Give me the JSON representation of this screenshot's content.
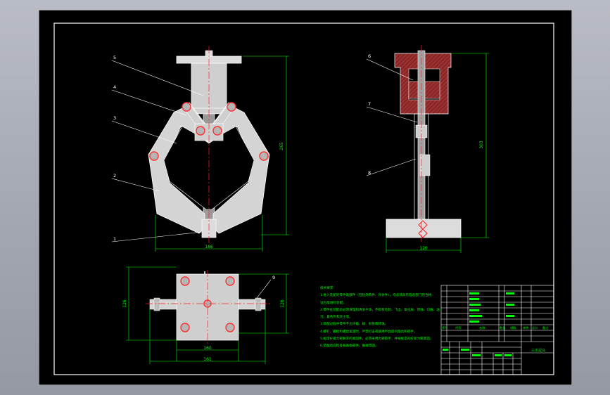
{
  "drawing": {
    "dimensions": {
      "front_height": "265",
      "front_width": "166",
      "side_height": "303",
      "side_width": "120",
      "plan_height_left": "126",
      "plan_height_right": "126",
      "plan_width_inner": "160",
      "plan_width_outer": "161"
    },
    "part_labels": {
      "front": [
        "5",
        "4",
        "3",
        "2",
        "1"
      ],
      "side": [
        "6",
        "7",
        "8"
      ],
      "plan": [
        "9"
      ]
    },
    "notes": {
      "title": "技术要求",
      "lines": [
        "1.进入装配的零件及部件（包括外购件、外协件），均必须具有检验部门的合格",
        "证方能进行装配。",
        "2.零件在装配前必须清理和清洗干净，不得有毛刺、飞边、氧化皮、锈蚀、切屑、油",
        "污、着色剂和灰尘等。",
        "3.装配过程中零件不允许磕、碰、划伤和锈蚀。",
        "4.螺钉、螺栓和螺母紧固时，严禁打击或使用不合适的旋具和扳手。",
        "5.规定拧紧力矩要求的紧固件，必须采用力矩扳手，并按规定的拧紧力矩紧固。",
        "6.装配后应检查各连接部件，确保牢固。"
      ]
    },
    "title_block": {
      "header": [
        "序号",
        "代号",
        "名称",
        "数量",
        "材料",
        "单件",
        "总计",
        "备注"
      ],
      "name": "三爪拉马"
    },
    "colors": {
      "sheet": "#000000",
      "outline": "#ffffff",
      "dimension": "#00ff00",
      "centerline": "#ff0000",
      "hole": "#ff3333",
      "part": "#d8d8d8",
      "hatch_fill": "#9a3030"
    }
  }
}
